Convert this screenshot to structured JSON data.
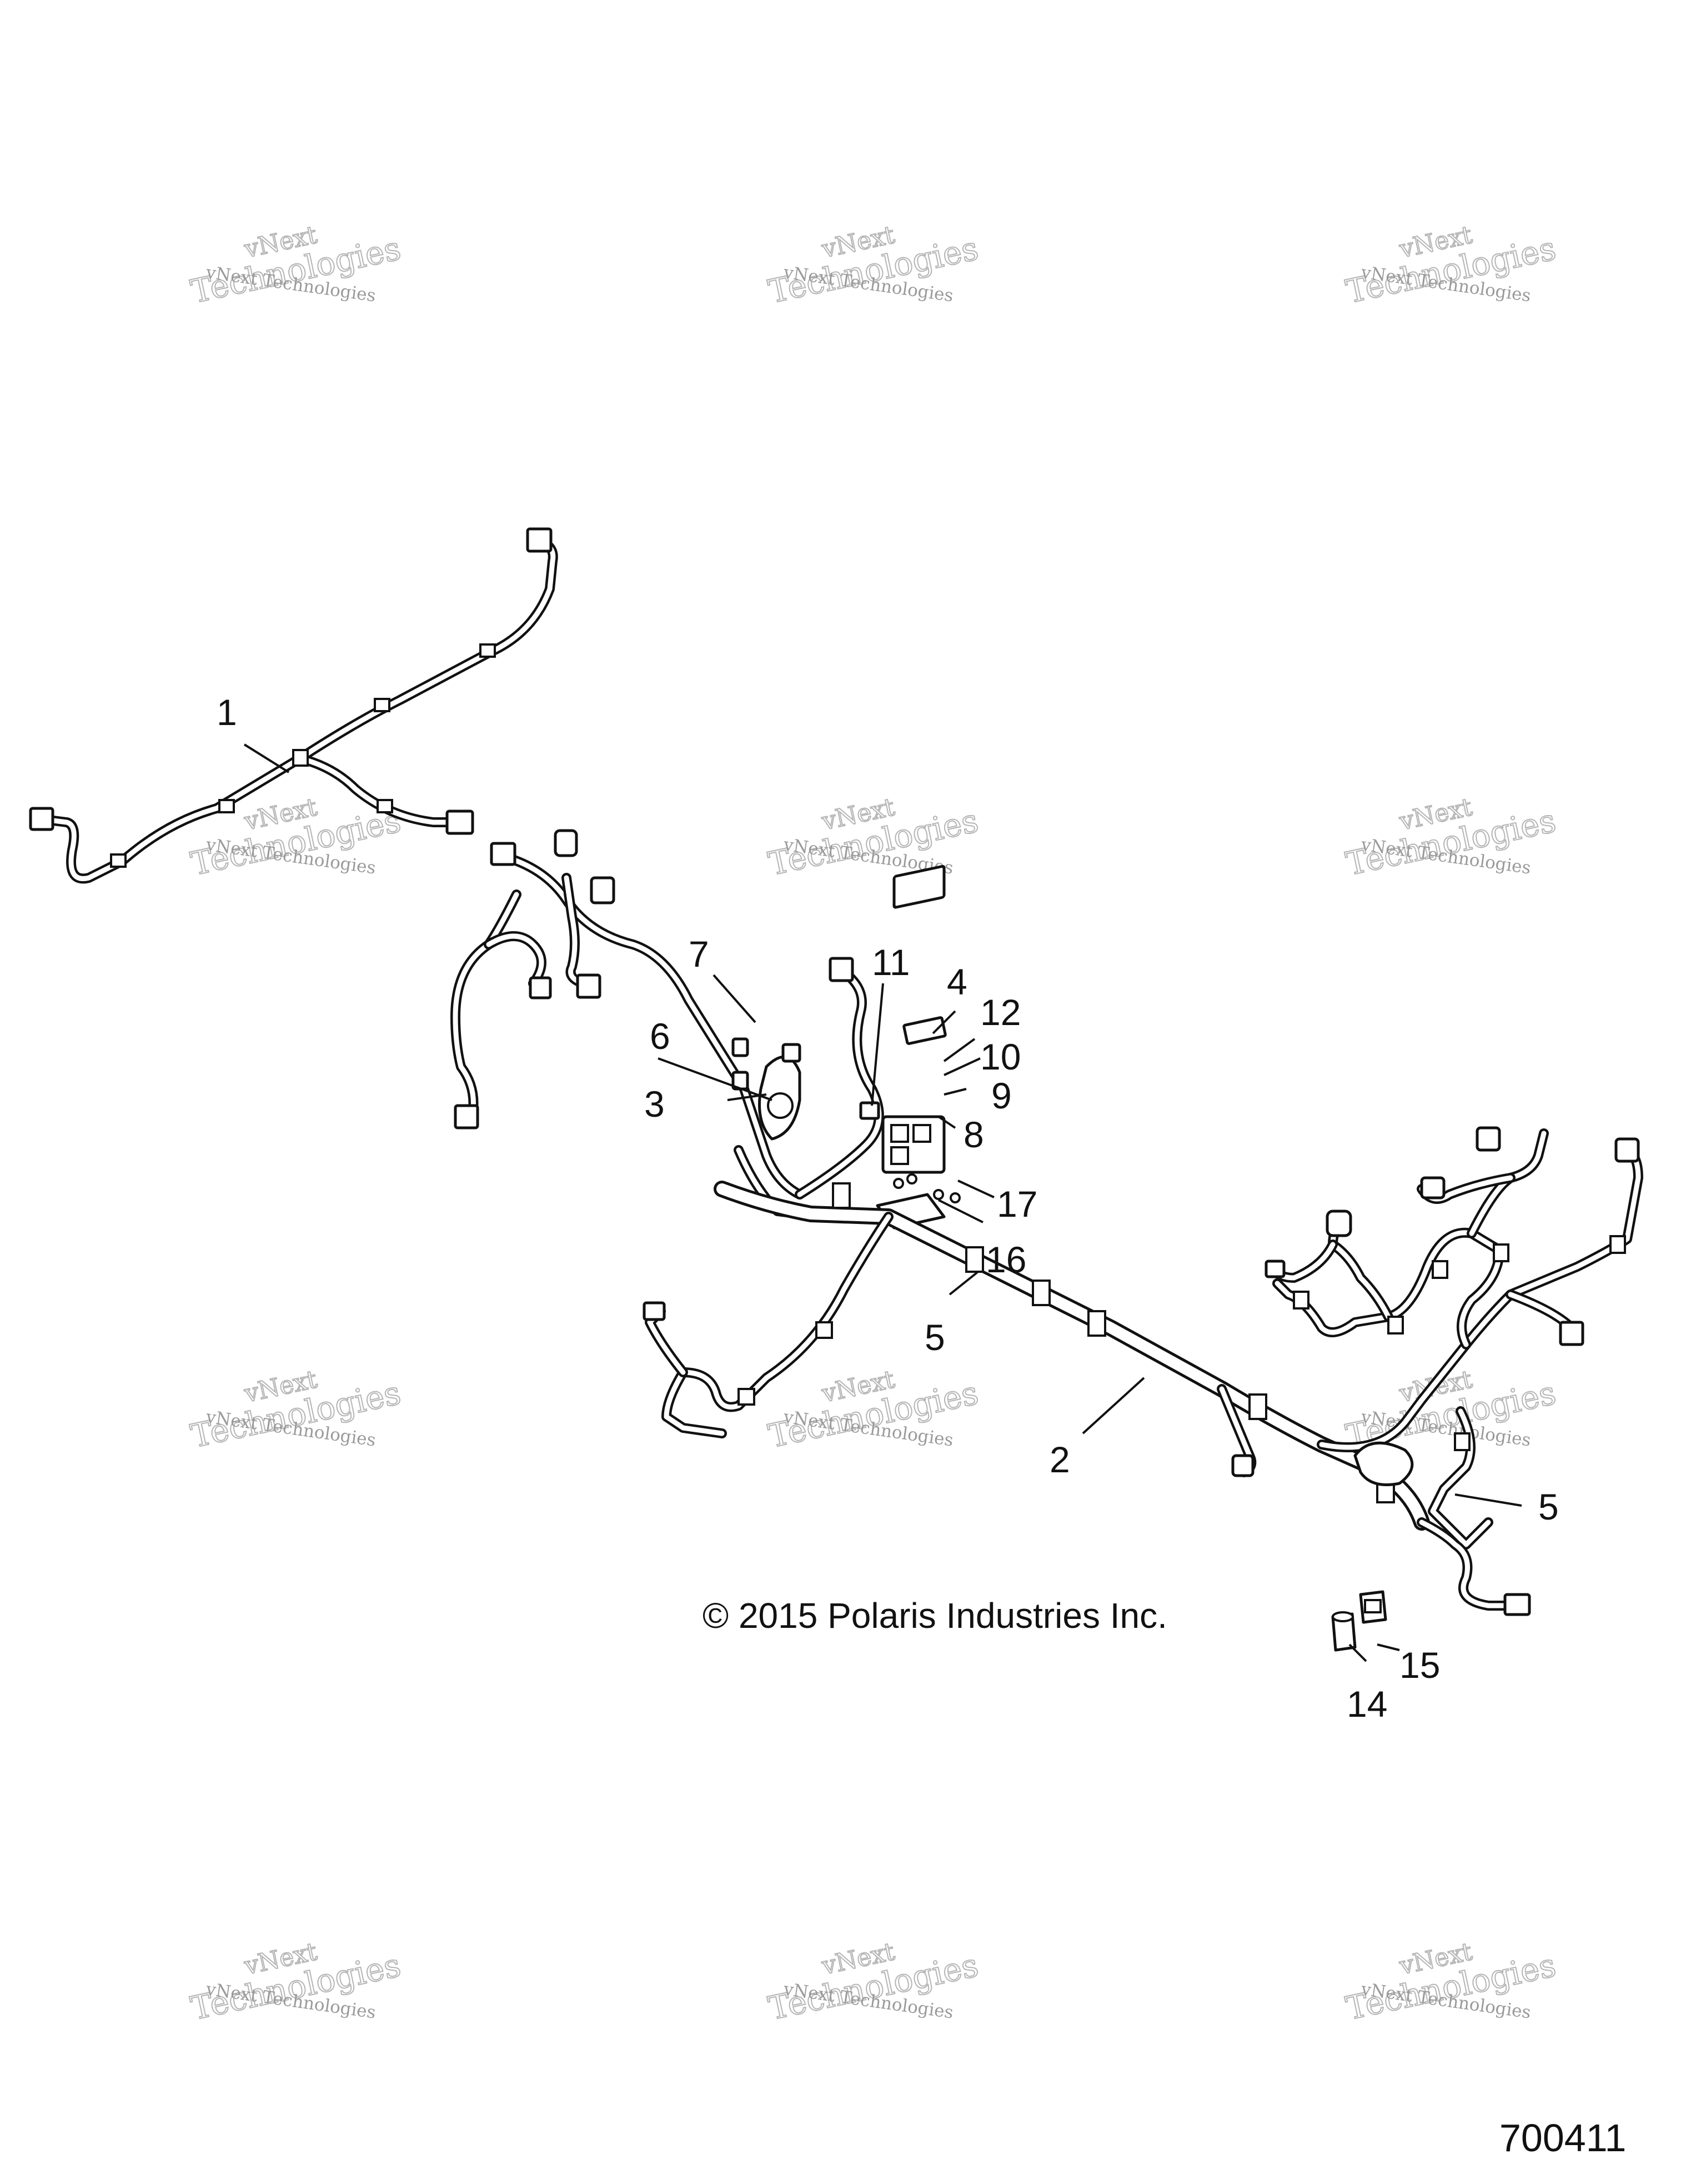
{
  "watermark": {
    "line1": "vNext Technologies",
    "line2": "Technologies",
    "line3": "vNext"
  },
  "callouts": {
    "c1": "1",
    "c2": "2",
    "c3": "3",
    "c4": "4",
    "c5a": "5",
    "c5b": "5",
    "c6": "6",
    "c7": "7",
    "c8": "8",
    "c9": "9",
    "c10": "10",
    "c11": "11",
    "c12": "12",
    "c14": "14",
    "c15": "15",
    "c16": "16",
    "c17": "17"
  },
  "copyright": "© 2015 Polaris Industries Inc.",
  "drawing_number": "700411"
}
